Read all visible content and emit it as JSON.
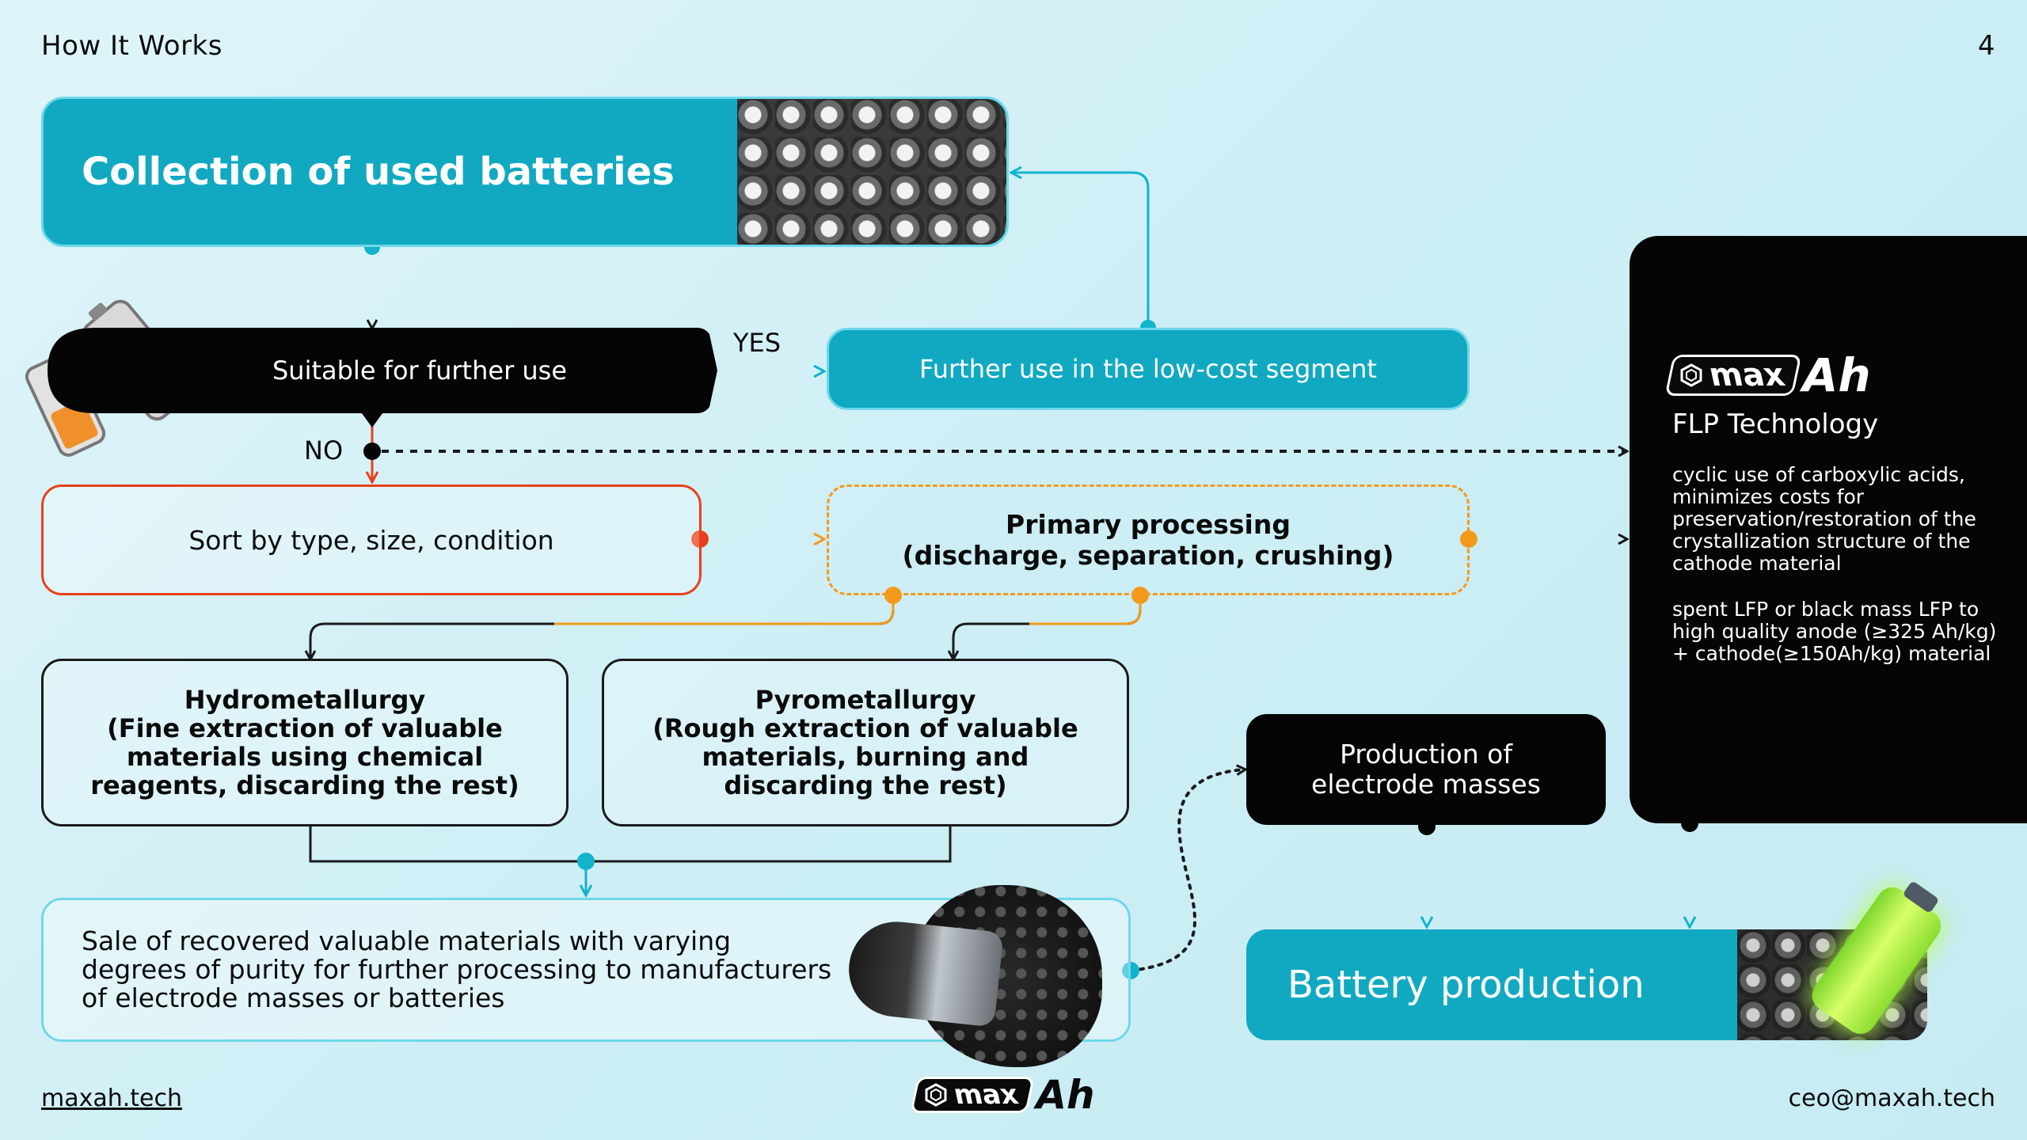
{
  "header": {
    "title": "How It Works",
    "page_number": "4"
  },
  "footer": {
    "left_link": "maxah.tech",
    "right_link": "ceo@maxah.tech"
  },
  "logo": {
    "part1": "max",
    "part2": "Ah"
  },
  "nodes": {
    "collection": "Collection of used batteries",
    "suitable": "Suitable for further use",
    "yes_label": "YES",
    "no_label": "NO",
    "further_use": "Further use in the low-cost segment",
    "sort": "Sort by type, size, condition",
    "primary_title": "Primary processing",
    "primary_sub": "(discharge, separation, crushing)",
    "hydro_title": "Hydrometallurgy",
    "hydro_sub": "(Fine extraction of valuable materials using chemical reagents, discarding the rest)",
    "pyro_title": "Pyrometallurgy",
    "pyro_sub": "(Rough extraction of valuable materials, burning and discarding the rest)",
    "sale": "Sale of recovered valuable materials with varying degrees of purity for further processing to manufacturers of electrode masses or batteries",
    "electrode": "Production of electrode masses",
    "battery": "Battery production"
  },
  "flp_panel": {
    "title": "FLP Technology",
    "para1": "cyclic use of carboxylic acids, minimizes costs for preservation/restoration of the crystallization structure of the cathode material",
    "para2": "spent LFP or black mass LFP to high quality anode (≥325 Ah/kg) + cathode(≥150Ah/kg) material"
  },
  "colors": {
    "teal": "#11a9c1",
    "orange": "#f39a1b",
    "red": "#e8401c",
    "black": "#050505"
  }
}
